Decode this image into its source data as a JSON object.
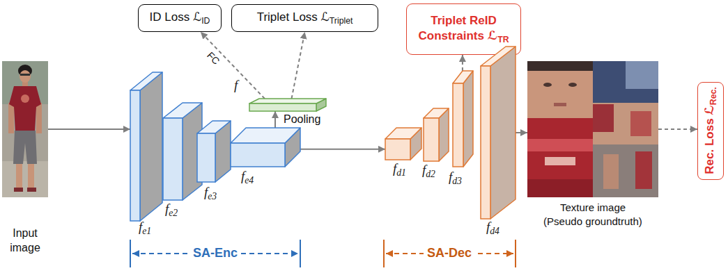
{
  "diagram": {
    "nodes": [
      {
        "text": [
          "ID Loss ℒ",
          "ID"
        ]
      },
      {
        "text": [
          "Triplet Loss ℒ",
          "Triplet"
        ]
      },
      {
        "text": [
          "Triplet ReID",
          "Constraints ℒ",
          "TR"
        ]
      },
      {
        "text": [
          "Input image"
        ]
      },
      {
        "text": [
          "f",
          "e1"
        ]
      },
      {
        "text": [
          "f",
          "e2"
        ]
      },
      {
        "text": [
          "f",
          "e3"
        ]
      },
      {
        "text": [
          "f",
          "e4"
        ]
      },
      {
        "text": [
          "f"
        ]
      },
      {
        "text": [
          "f",
          "d1"
        ]
      },
      {
        "text": [
          "f",
          "d2"
        ]
      },
      {
        "text": [
          "f",
          "d3"
        ]
      },
      {
        "text": [
          "f",
          "d4"
        ]
      },
      {
        "text": [
          "Texture image (Pseudo groundtruth)"
        ]
      },
      {
        "text": [
          "Rec. Loss ℒ",
          "Rec."
        ]
      }
    ],
    "edges": [
      {
        "from": 3,
        "to": 4,
        "arrow": "to"
      },
      {
        "from": 7,
        "to": 8,
        "arrow": "to",
        "label": "Pooling"
      },
      {
        "from": 8,
        "to": 0,
        "arrow": "to",
        "label": "FC"
      },
      {
        "from": 8,
        "to": 1,
        "arrow": "to"
      },
      {
        "from": 7,
        "to": 9,
        "arrow": "to"
      },
      {
        "from": 11,
        "to": 2,
        "arrow": "to"
      },
      {
        "from": 12,
        "to": 13,
        "arrow": "to"
      },
      {
        "from": 13,
        "to": 14,
        "arrow": "to"
      }
    ],
    "labels": [
      "SA-Enc",
      "SA-Dec"
    ]
  }
}
